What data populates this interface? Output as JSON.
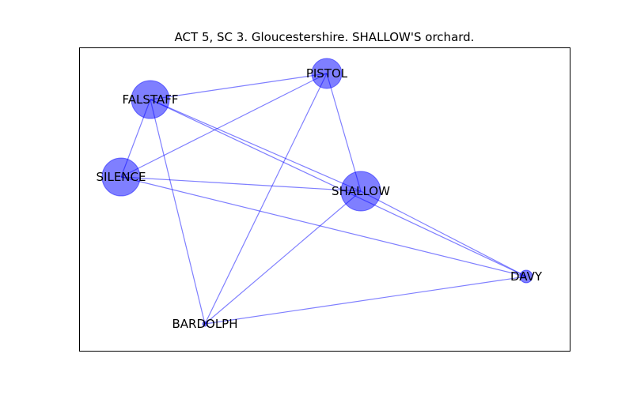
{
  "title": "ACT 5, SC 3. Gloucestershire. SHALLOW'S orchard.",
  "colors": {
    "node": "#0000ff",
    "edge": "#0000ff",
    "frame": "#000000"
  },
  "nodes": [
    {
      "id": "PISTOL",
      "label": "PISTOL",
      "weight": 3
    },
    {
      "id": "FALSTAFF",
      "label": "FALSTAFF",
      "weight": 5
    },
    {
      "id": "SILENCE",
      "label": "SILENCE",
      "weight": 5
    },
    {
      "id": "SHALLOW",
      "label": "SHALLOW",
      "weight": 6
    },
    {
      "id": "DAVY",
      "label": "DAVY",
      "weight": 1
    },
    {
      "id": "BARDOLPH",
      "label": "BARDOLPH",
      "weight": 0
    }
  ],
  "edges": [
    [
      "FALSTAFF",
      "PISTOL"
    ],
    [
      "FALSTAFF",
      "SILENCE"
    ],
    [
      "FALSTAFF",
      "SHALLOW"
    ],
    [
      "FALSTAFF",
      "DAVY"
    ],
    [
      "FALSTAFF",
      "BARDOLPH"
    ],
    [
      "PISTOL",
      "SILENCE"
    ],
    [
      "PISTOL",
      "SHALLOW"
    ],
    [
      "PISTOL",
      "BARDOLPH"
    ],
    [
      "SILENCE",
      "SHALLOW"
    ],
    [
      "SILENCE",
      "DAVY"
    ],
    [
      "SHALLOW",
      "DAVY"
    ],
    [
      "SHALLOW",
      "BARDOLPH"
    ],
    [
      "BARDOLPH",
      "DAVY"
    ]
  ]
}
